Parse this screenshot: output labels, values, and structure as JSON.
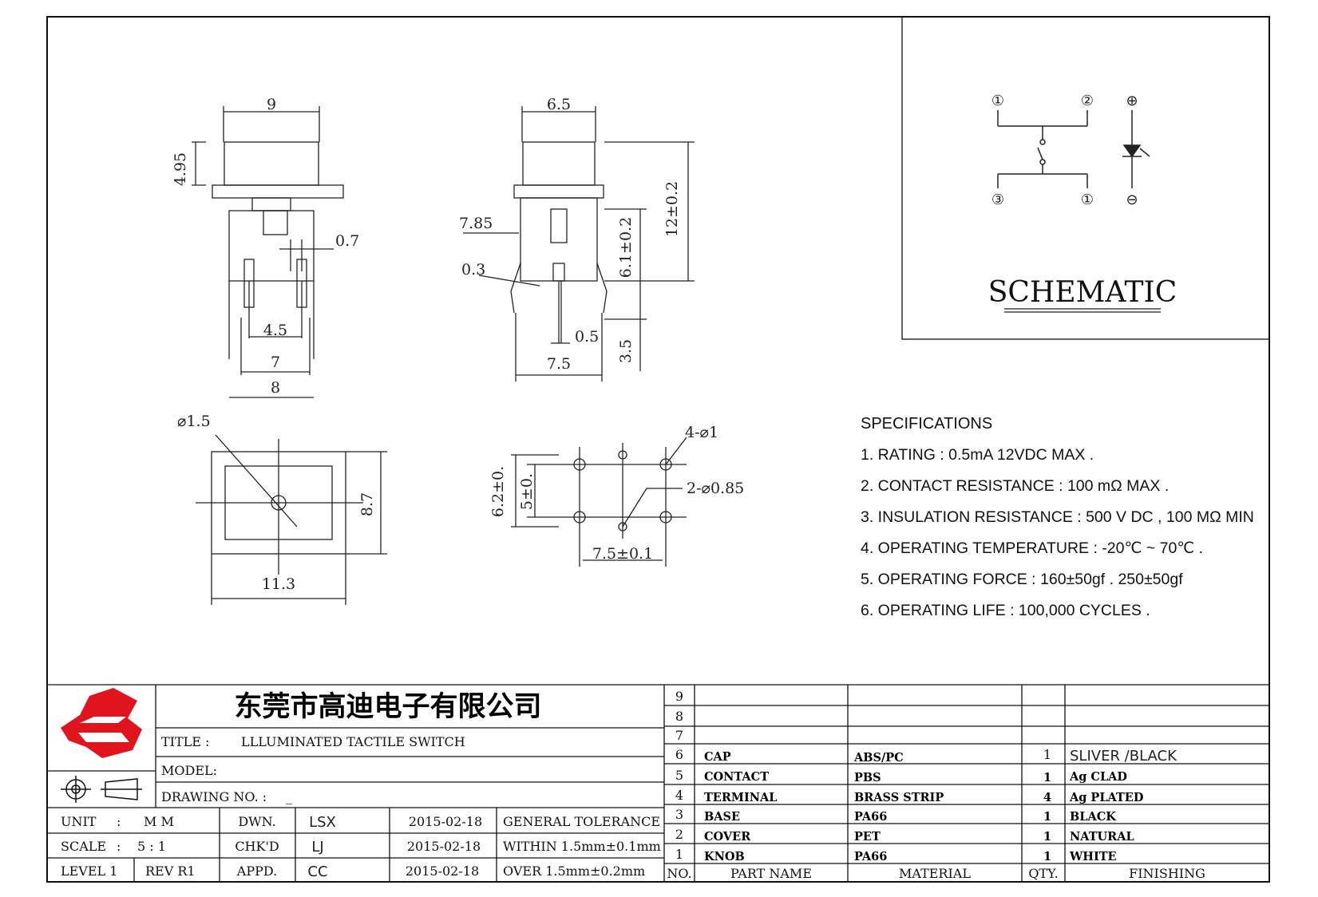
{
  "dimensions": {
    "side_width": "9",
    "side_height": "4.95",
    "side_pin": "0.7",
    "side_pitch_inner": "4.5",
    "side_pitch_mid": "7",
    "side_pitch_outer": "8",
    "front_width": "6.5",
    "front_total": "12±0.2",
    "front_body": "6.1±0.2",
    "front_785": "7.85",
    "front_03": "0.3",
    "front_pin": "3.5",
    "front_05": "0.5",
    "front_75": "7.5",
    "top_hole": "⌀1.5",
    "top_height": "8.7",
    "top_width": "11.3",
    "pcb_holes4": "4-⌀1",
    "pcb_holes2": "2-⌀0.85",
    "pcb_62": "6.2±0.",
    "pcb_5": "5±0.",
    "pcb_75": "7.5±0.1"
  },
  "schematic": {
    "label": "SCHEMATIC",
    "pins": [
      "①",
      "②",
      "③",
      "①"
    ],
    "led_plus": "⊕",
    "led_minus": "⊖"
  },
  "specs": {
    "heading": "SPECIFICATIONS",
    "items": [
      "1. RATING : 0.5mA 12VDC MAX .",
      "2. CONTACT RESISTANCE : 100 mΩ MAX .",
      "3. INSULATION RESISTANCE : 500 V DC , 100 MΩ MIN",
      "4. OPERATING TEMPERATURE : -20℃ ~ 70℃ .",
      "5. OPERATING FORCE : 160±50gf . 250±50gf",
      "6. OPERATING LIFE : 100,000 CYCLES ."
    ]
  },
  "title_block": {
    "company": "东莞市高迪电子有限公司",
    "title_label": "TITLE :",
    "title_value": "LLLUMINATED TACTILE SWITCH",
    "model_label": "MODEL:",
    "drawing_no_label": "DRAWING NO. :",
    "drawing_no_value": "_",
    "unit_label": "UNIT",
    "unit_sep": ":",
    "unit_value": "M M",
    "scale_label": "SCALE",
    "scale_sep": ":",
    "scale_value": "5 : 1",
    "level": "LEVEL 1",
    "rev": "REV  R1",
    "dwn_label": "DWN.",
    "chk_label": "CHK'D",
    "appd_label": "APPD.",
    "dwn_name": "LSX",
    "chk_name": "LJ",
    "appd_name": "CC",
    "dwn_date": "2015-02-18",
    "chk_date": "2015-02-18",
    "appd_date": "2015-02-18",
    "tol_head": "GENERAL TOLERANCE",
    "tol_within": "WITHIN 1.5mm±0.1mm",
    "tol_over": "OVER   1.5mm±0.2mm"
  },
  "bom": {
    "headers": [
      "NO.",
      "PART  NAME",
      "MATERIAL",
      "QTY.",
      "FINISHING"
    ],
    "rows": [
      {
        "no": "9",
        "part": "",
        "material": "",
        "qty": "",
        "finish": ""
      },
      {
        "no": "8",
        "part": "",
        "material": "",
        "qty": "",
        "finish": ""
      },
      {
        "no": "7",
        "part": "",
        "material": "",
        "qty": "",
        "finish": ""
      },
      {
        "no": "6",
        "part": "CAP",
        "material": "ABS/PC",
        "qty": "1",
        "finish": "SLIVER /BLACK"
      },
      {
        "no": "5",
        "part": "CONTACT",
        "material": "PBS",
        "qty": "1",
        "finish": "Ag CLAD"
      },
      {
        "no": "4",
        "part": "TERMINAL",
        "material": "BRASS STRIP",
        "qty": "4",
        "finish": "Ag PLATED"
      },
      {
        "no": "3",
        "part": "BASE",
        "material": "PA66",
        "qty": "1",
        "finish": "BLACK"
      },
      {
        "no": "2",
        "part": "COVER",
        "material": "PET",
        "qty": "1",
        "finish": "NATURAL"
      },
      {
        "no": "1",
        "part": "KNOB",
        "material": "PA66",
        "qty": "1",
        "finish": "WHITE"
      }
    ]
  },
  "colors": {
    "logo_red": "#e0141c",
    "line": "#111111"
  }
}
